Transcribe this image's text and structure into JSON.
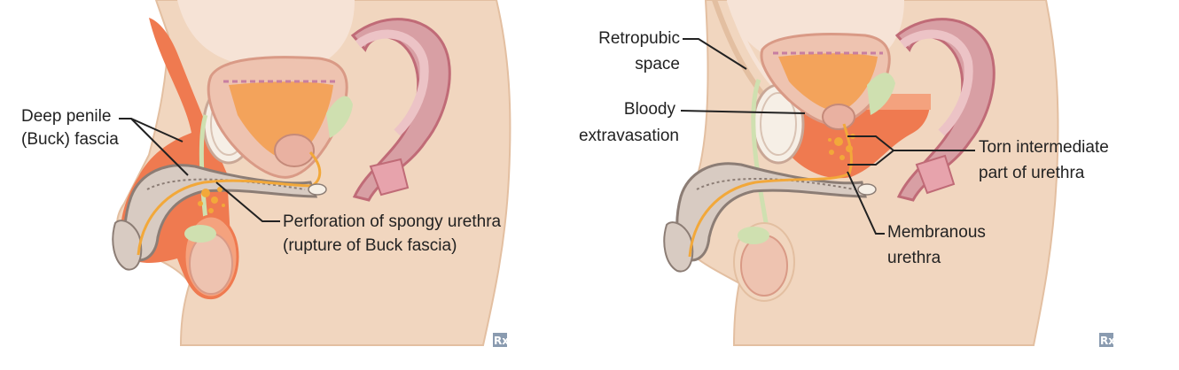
{
  "panels": [
    {
      "id": "left",
      "labels": {
        "deep_fascia_line1": "Deep penile",
        "deep_fascia_line2": "(Buck) fascia",
        "perforation_line1": "Perforation of spongy urethra",
        "perforation_line2": "(rupture of Buck fascia)"
      },
      "badge": "Rx"
    },
    {
      "id": "right",
      "labels": {
        "retropubic_line1": "Retropubic",
        "retropubic_line2": "space",
        "bloody_line1": "Bloody",
        "bloody_line2": "extravasation",
        "torn_line1": "Torn intermediate",
        "torn_line2": "part of urethra",
        "membranous_line1": "Membranous",
        "membranous_line2": "urethra"
      },
      "badge": "Rx"
    }
  ],
  "colors": {
    "skin": "#f1d6bf",
    "skin_edge": "#e3bfa1",
    "extravasation": "#ef7a50",
    "extravasation_light": "#f4a27e",
    "bladder_wall": "#eec3b0",
    "bladder_edge": "#d99a86",
    "bladder_fill": "#f3a35b",
    "erectile": "#d8cbc2",
    "erectile_edge": "#8c7d75",
    "urethra": "#f2a83a",
    "duct": "#cfe0b0",
    "rectum": "#d89fa4",
    "rectum_edge": "#c06b77",
    "badge": "#8a9bb0"
  }
}
